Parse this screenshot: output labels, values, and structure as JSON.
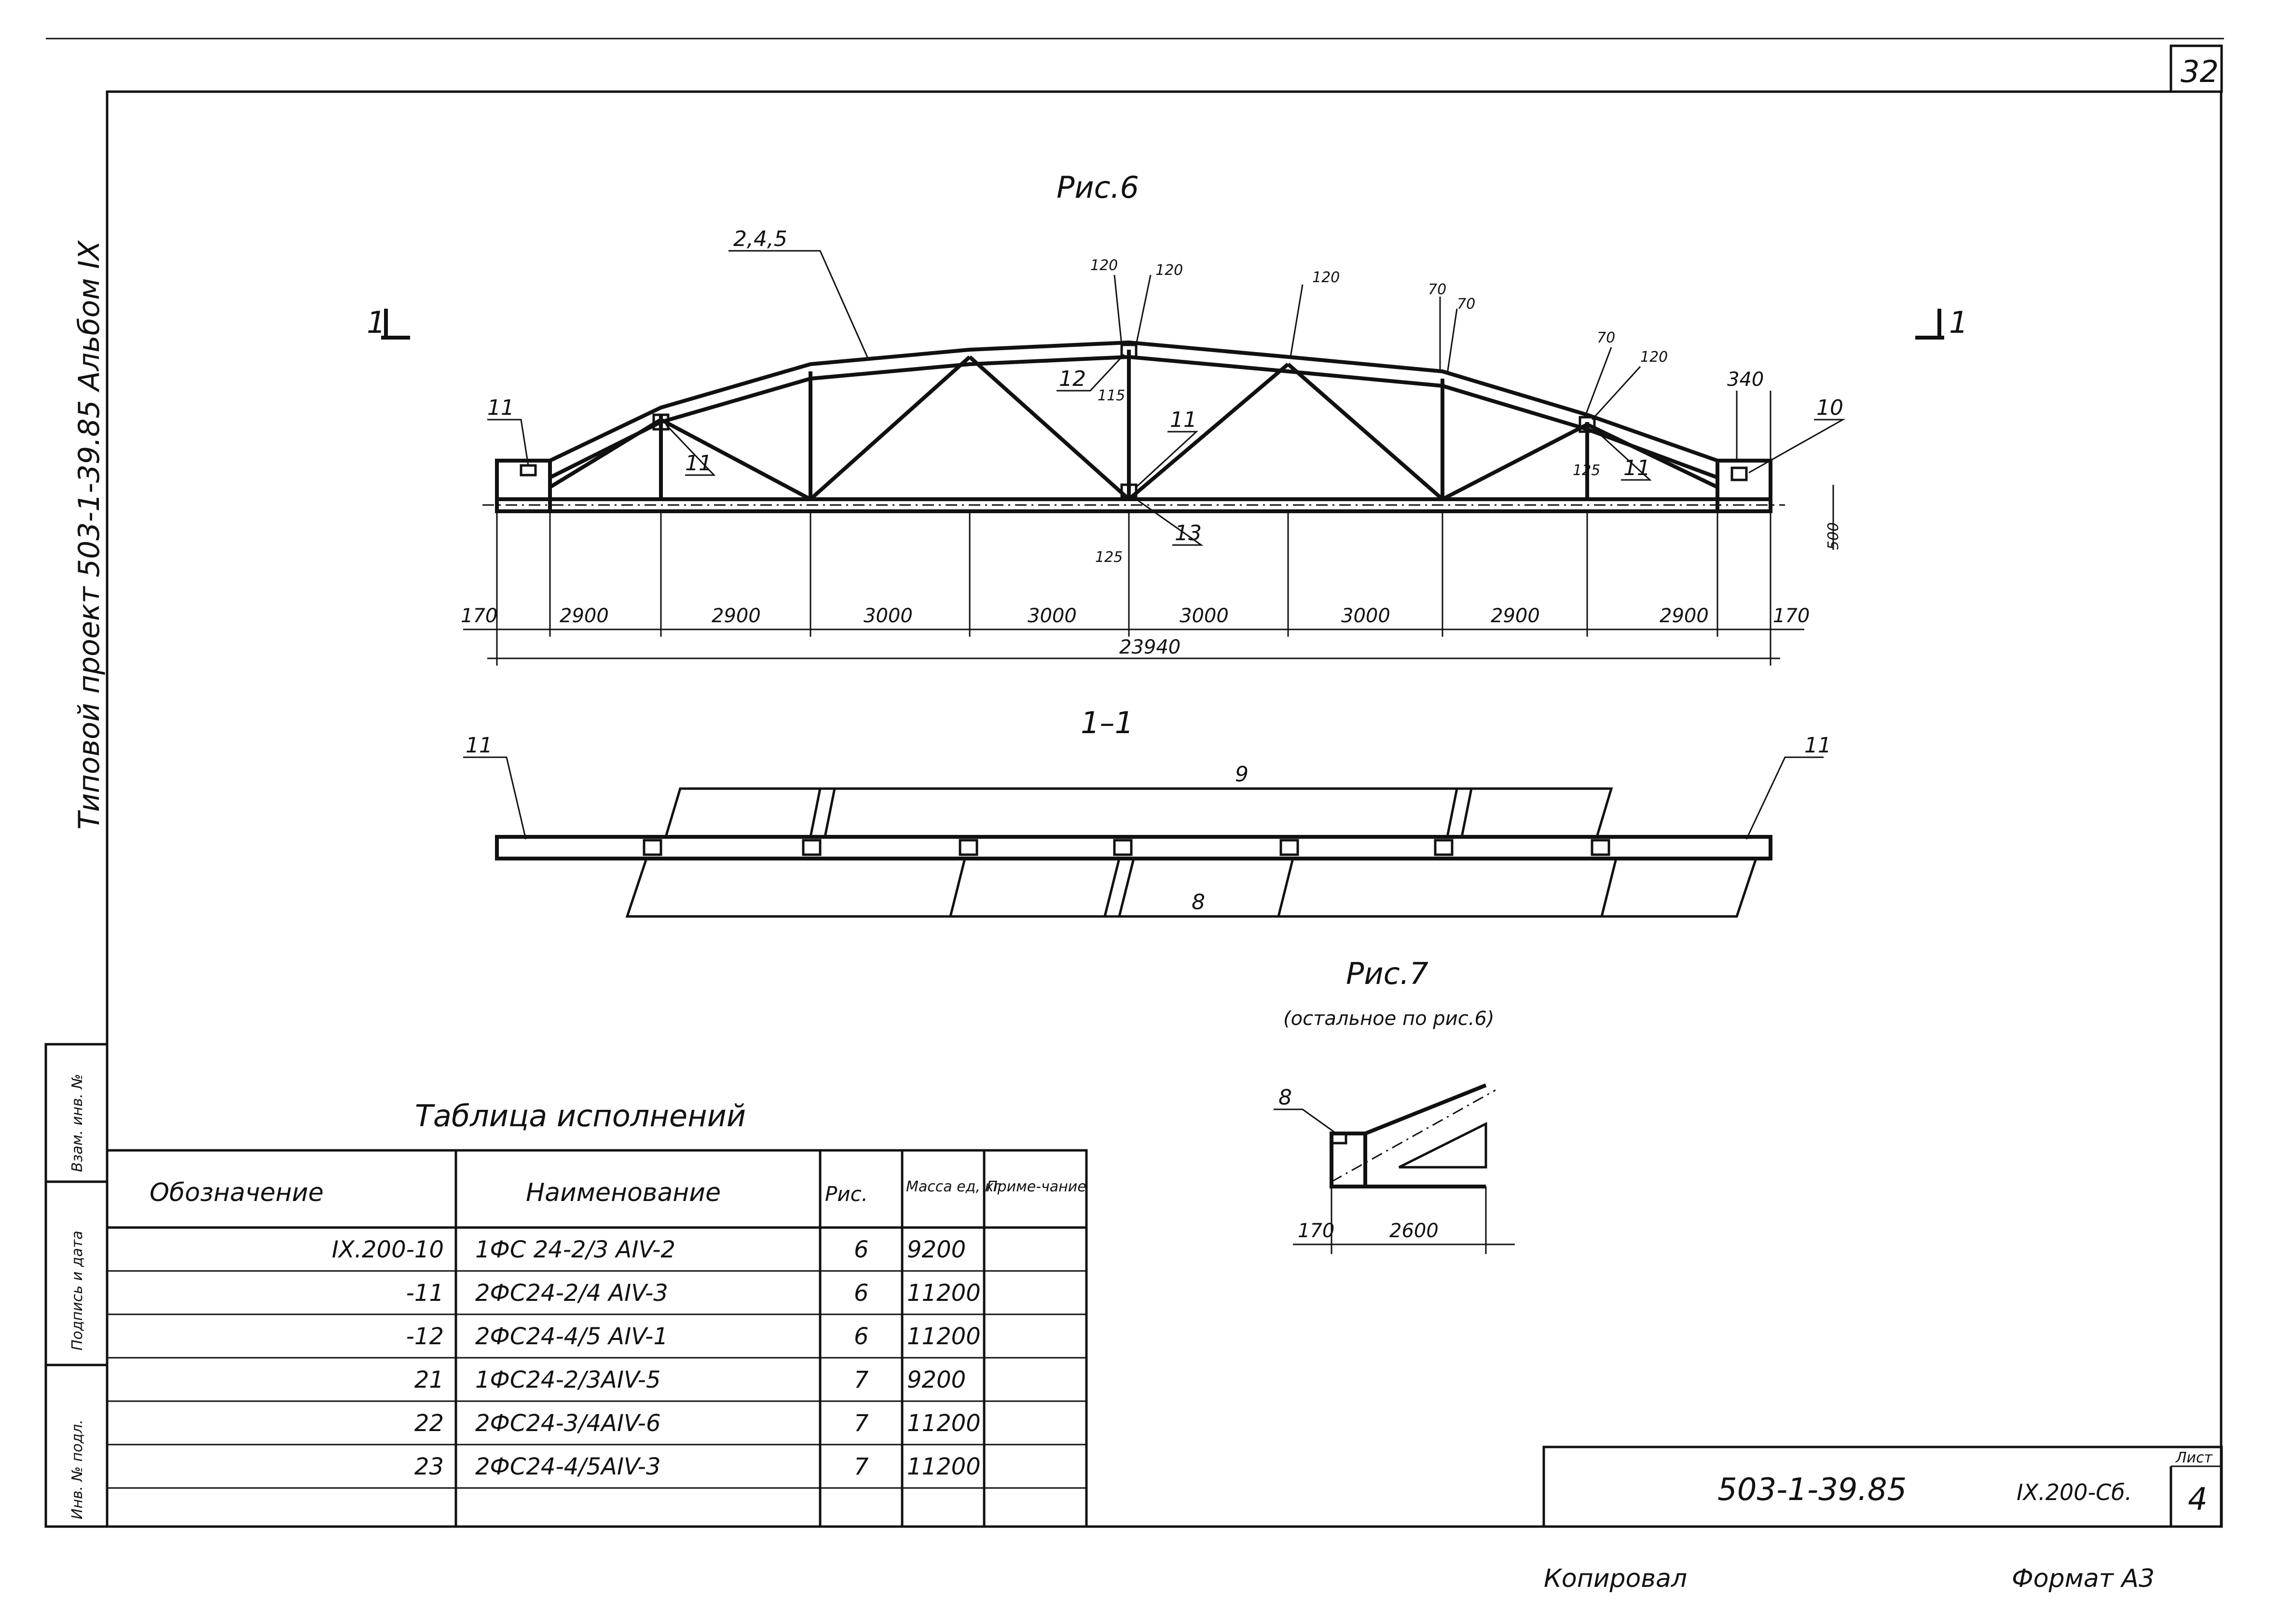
{
  "sheet": {
    "sheet_number": "32",
    "side_label": "Типовой проект 503-1-39.85 Альбом IX",
    "side_stamp_labels": [
      "Взам. инв. №",
      "Подпись и дата",
      "Инв. № подл."
    ]
  },
  "fig6": {
    "title": "Рис.6",
    "section_marks": [
      "1",
      "1"
    ],
    "callouts": [
      "2,4,5",
      "11",
      "11",
      "12",
      "11",
      "13",
      "10",
      "11"
    ],
    "local_dims": [
      "120",
      "120",
      "120",
      "70",
      "70",
      "70",
      "120",
      "115",
      "125",
      "125",
      "340",
      "500"
    ],
    "panel_dims": [
      "170",
      "2900",
      "2900",
      "3000",
      "3000",
      "3000",
      "3000",
      "2900",
      "2900",
      "170"
    ],
    "overall_dim": "23940"
  },
  "section11": {
    "title": "1–1",
    "callouts": [
      "11",
      "9",
      "11",
      "8"
    ]
  },
  "fig7": {
    "title": "Рис.7",
    "subtitle": "(остальное по рис.6)",
    "callout": "8",
    "dims": [
      "170",
      "2600"
    ]
  },
  "table": {
    "title": "Таблица исполнений",
    "headers": [
      "Обозначение",
      "Наименование",
      "Рис.",
      "Масса ед, кг",
      "Приме-чание"
    ],
    "rows": [
      [
        "IX.200-10",
        "1ФС 24-2/3 AIV-2",
        "6",
        "9200",
        ""
      ],
      [
        "-11",
        "2ФС24-2/4 AIV-3",
        "6",
        "11200",
        ""
      ],
      [
        "-12",
        "2ФС24-4/5 AIV-1",
        "6",
        "11200",
        ""
      ],
      [
        "21",
        "1ФС24-2/3AIV-5",
        "7",
        "9200",
        ""
      ],
      [
        "22",
        "2ФС24-3/4AIV-6",
        "7",
        "11200",
        ""
      ],
      [
        "23",
        "2ФС24-4/5AIV-3",
        "7",
        "11200",
        ""
      ],
      [
        "",
        "",
        "",
        "",
        ""
      ]
    ]
  },
  "stamp": {
    "project_code": "503-1-39.85",
    "doc_code": "IX.200-Сб.",
    "sheet_label": "Лист",
    "sheet_value": "4"
  },
  "footer": {
    "copied": "Копировал",
    "format": "Формат А3"
  }
}
